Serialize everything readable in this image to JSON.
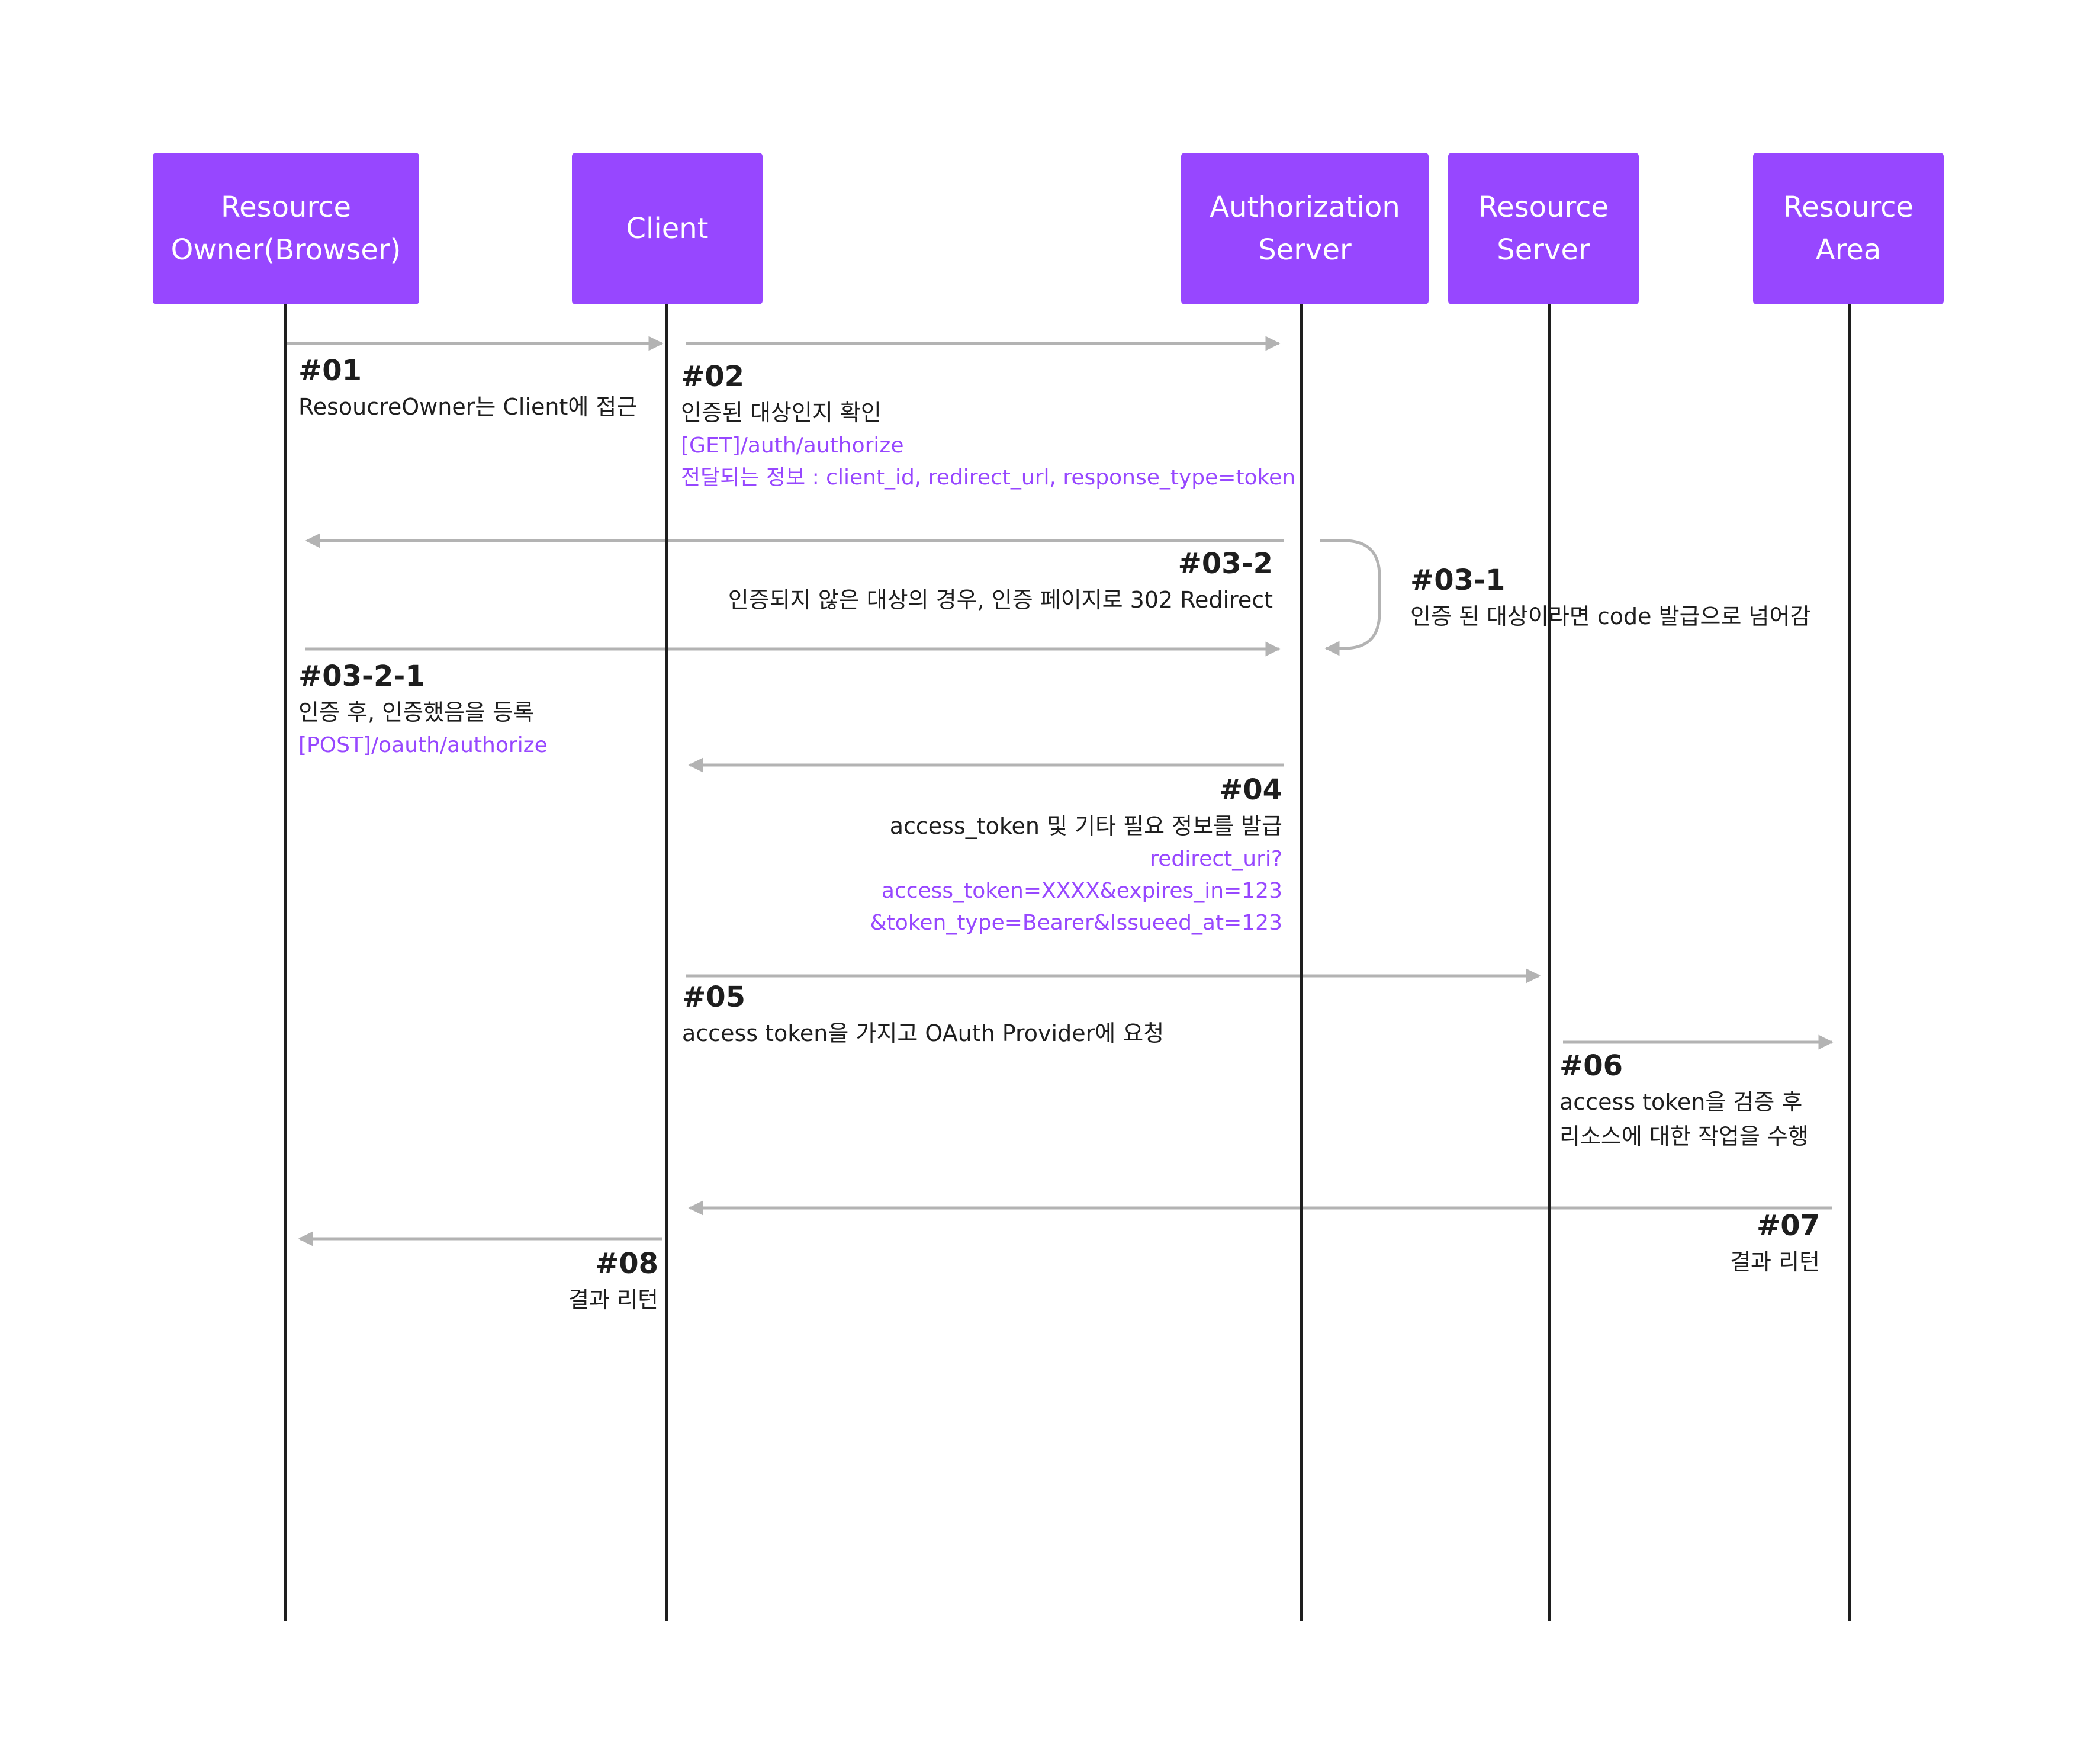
{
  "colors": {
    "actor_fill": "#9747ff",
    "arrow": "#b3b3b3",
    "lifeline": "#1e1e1e",
    "accent_text": "#9747ff"
  },
  "actors": {
    "owner": "Resource\nOwner(Browser)",
    "client": "Client",
    "auth_server": "Authorization\nServer",
    "resource_server": "Resource\nServer",
    "resource_area": "Resource\nArea"
  },
  "steps": {
    "s01": {
      "num": "#01",
      "desc": "ResoucreOwner는 Client에 접근"
    },
    "s02": {
      "num": "#02",
      "desc": "인증된 대상인지 확인",
      "code1": "[GET]/auth/authorize",
      "code2": "전달되는 정보 : client_id, redirect_url, response_type=token"
    },
    "s03_2": {
      "num": "#03-2",
      "desc": "인증되지 않은 대상의 경우, 인증 페이지로 302 Redirect"
    },
    "s03_1": {
      "num": "#03-1",
      "desc": "인증 된 대상이라면 code 발급으로 넘어감"
    },
    "s03_2_1": {
      "num": "#03-2-1",
      "desc": "인증 후, 인증했음을 등록",
      "code1": "[POST]/oauth/authorize"
    },
    "s04": {
      "num": "#04",
      "desc": "access_token 및 기타 필요 정보를 발급",
      "code1": "redirect_uri?",
      "code2": "access_token=XXXX&expires_in=123",
      "code3": "&token_type=Bearer&Issueed_at=123"
    },
    "s05": {
      "num": "#05",
      "desc": "access token을 가지고 OAuth Provider에 요청"
    },
    "s06": {
      "num": "#06",
      "desc1": "access token을 검증 후",
      "desc2": "리소스에 대한 작업을 수행"
    },
    "s07": {
      "num": "#07",
      "desc": "결과 리턴"
    },
    "s08": {
      "num": "#08",
      "desc": "결과 리턴"
    }
  }
}
